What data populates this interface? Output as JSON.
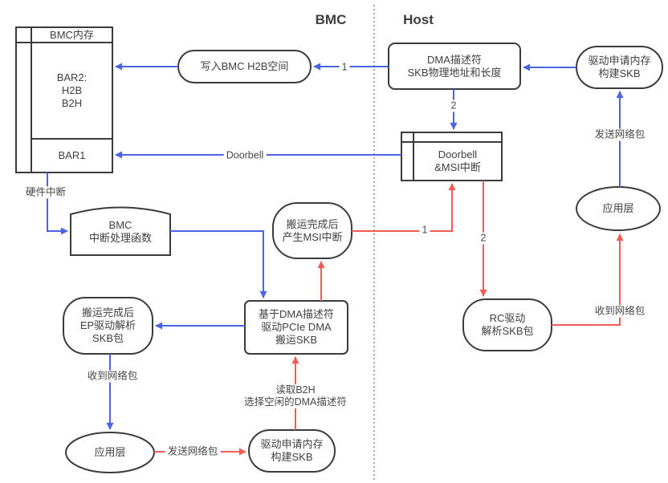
{
  "headers": {
    "bmc": "BMC",
    "host": "Host"
  },
  "colors": {
    "blue": "#4a63e7",
    "red": "#f25b54",
    "border": "#3b3b3b",
    "text": "#404040",
    "divider": "#8c8c8c"
  },
  "nodes": {
    "bmc_memory": {
      "title": "BMC内存",
      "bar2_line1": "BAR2:",
      "bar2_line2": "H2B",
      "bar2_line3": "B2H",
      "bar1": "BAR1"
    },
    "write_h2b": {
      "line1": "写入BMC H2B空间"
    },
    "dma_descriptor": {
      "line1": "DMA描述符",
      "line2": "SKB物理地址和长度"
    },
    "host_build_skb": {
      "line1": "驱动申请内存",
      "line2": "构建SKB"
    },
    "doorbell_msi": {
      "line1": "Doorbell",
      "line2": "&MSI中断"
    },
    "msi_after_transfer": {
      "line1": "搬运完成后",
      "line2": "产生MSI中断"
    },
    "bmc_isr": {
      "line1": "BMC",
      "line2": "中断处理函数"
    },
    "pcie_dma_transfer": {
      "line1": "基于DMA描述符",
      "line2": "驱动PCIe DMA",
      "line3": "搬运SKB"
    },
    "ep_parse_skb": {
      "line1": "搬运完成后",
      "line2": "EP驱动解析",
      "line3": "SKB包"
    },
    "bmc_app_layer": {
      "line1": "应用层"
    },
    "bmc_build_skb": {
      "line1": "驱动申请内存",
      "line2": "构建SKB"
    },
    "rc_parse_skb": {
      "line1": "RC驱动",
      "line2": "解析SKB包"
    },
    "host_app_layer": {
      "line1": "应用层"
    }
  },
  "edge_labels": {
    "hw_interrupt": "硬件中断",
    "doorbell": "Doorbell",
    "blue_step1": "1",
    "blue_step2": "2",
    "red_step1": "1",
    "red_step2": "2",
    "host_send_packet": "发送网络包",
    "host_recv_packet": "收到网络包",
    "bmc_recv_packet": "收到网络包",
    "bmc_send_packet": "发送网络包",
    "read_b2h_line1": "读取B2H",
    "read_b2h_line2": "选择空闲的DMA描述符"
  }
}
